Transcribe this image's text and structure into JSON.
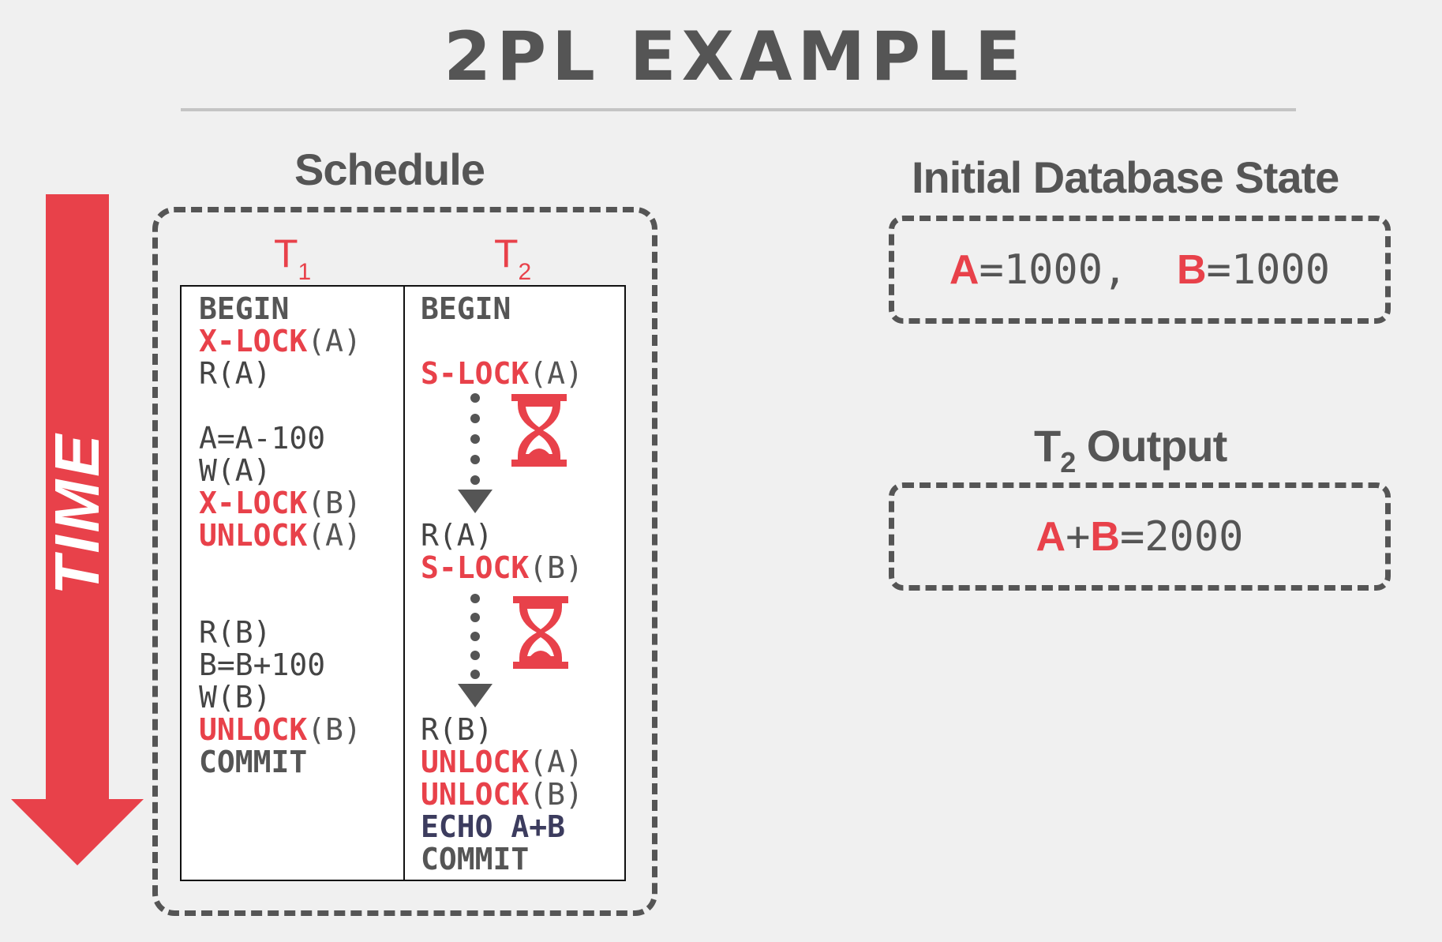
{
  "title": "2PL EXAMPLE",
  "time_label": "TIME",
  "schedule": {
    "heading": "Schedule",
    "t1_header": {
      "letter": "T",
      "sub": "1"
    },
    "t2_header": {
      "letter": "T",
      "sub": "2"
    },
    "t1_ops": [
      {
        "text": "BEGIN",
        "kind": "keyword"
      },
      {
        "lock": "X-LOCK",
        "arg": "(A)",
        "kind": "lock"
      },
      {
        "text": "R(A)",
        "kind": "plain"
      },
      {
        "text": "A=A-100",
        "kind": "plain"
      },
      {
        "text": "W(A)",
        "kind": "plain"
      },
      {
        "lock": "X-LOCK",
        "arg": "(B)",
        "kind": "lock"
      },
      {
        "lock": "UNLOCK",
        "arg": "(A)",
        "kind": "lock"
      },
      {
        "text": "R(B)",
        "kind": "plain"
      },
      {
        "text": "B=B+100",
        "kind": "plain"
      },
      {
        "text": "W(B)",
        "kind": "plain"
      },
      {
        "lock": "UNLOCK",
        "arg": "(B)",
        "kind": "lock"
      },
      {
        "text": "COMMIT",
        "kind": "keyword"
      }
    ],
    "t2_ops": [
      {
        "text": "BEGIN",
        "kind": "keyword"
      },
      {
        "lock": "S-LOCK",
        "arg": "(A)",
        "kind": "lock"
      },
      {
        "text": "R(A)",
        "kind": "plain"
      },
      {
        "lock": "S-LOCK",
        "arg": "(B)",
        "kind": "lock"
      },
      {
        "text": "R(B)",
        "kind": "plain"
      },
      {
        "lock": "UNLOCK",
        "arg": "(A)",
        "kind": "lock"
      },
      {
        "lock": "UNLOCK",
        "arg": "(B)",
        "kind": "lock"
      },
      {
        "text": "ECHO A+B",
        "kind": "echo"
      },
      {
        "text": "COMMIT",
        "kind": "keyword"
      }
    ]
  },
  "initial_state": {
    "heading": "Initial Database State",
    "a_name": "A",
    "a_value": "=1000,",
    "b_name": "B",
    "b_value": "=1000"
  },
  "t2_output": {
    "heading_letter": "T",
    "heading_sub": "2",
    "heading_rest": " Output",
    "a_name": "A",
    "plus": "+",
    "b_name": "B",
    "result": "=2000"
  },
  "colors": {
    "accent": "#e8414a",
    "text": "#555555",
    "echo": "#3c3c5e",
    "background": "#f0f0f0"
  },
  "icons": [
    "hourglass-icon",
    "wait-arrow-icon",
    "time-arrow-icon"
  ]
}
